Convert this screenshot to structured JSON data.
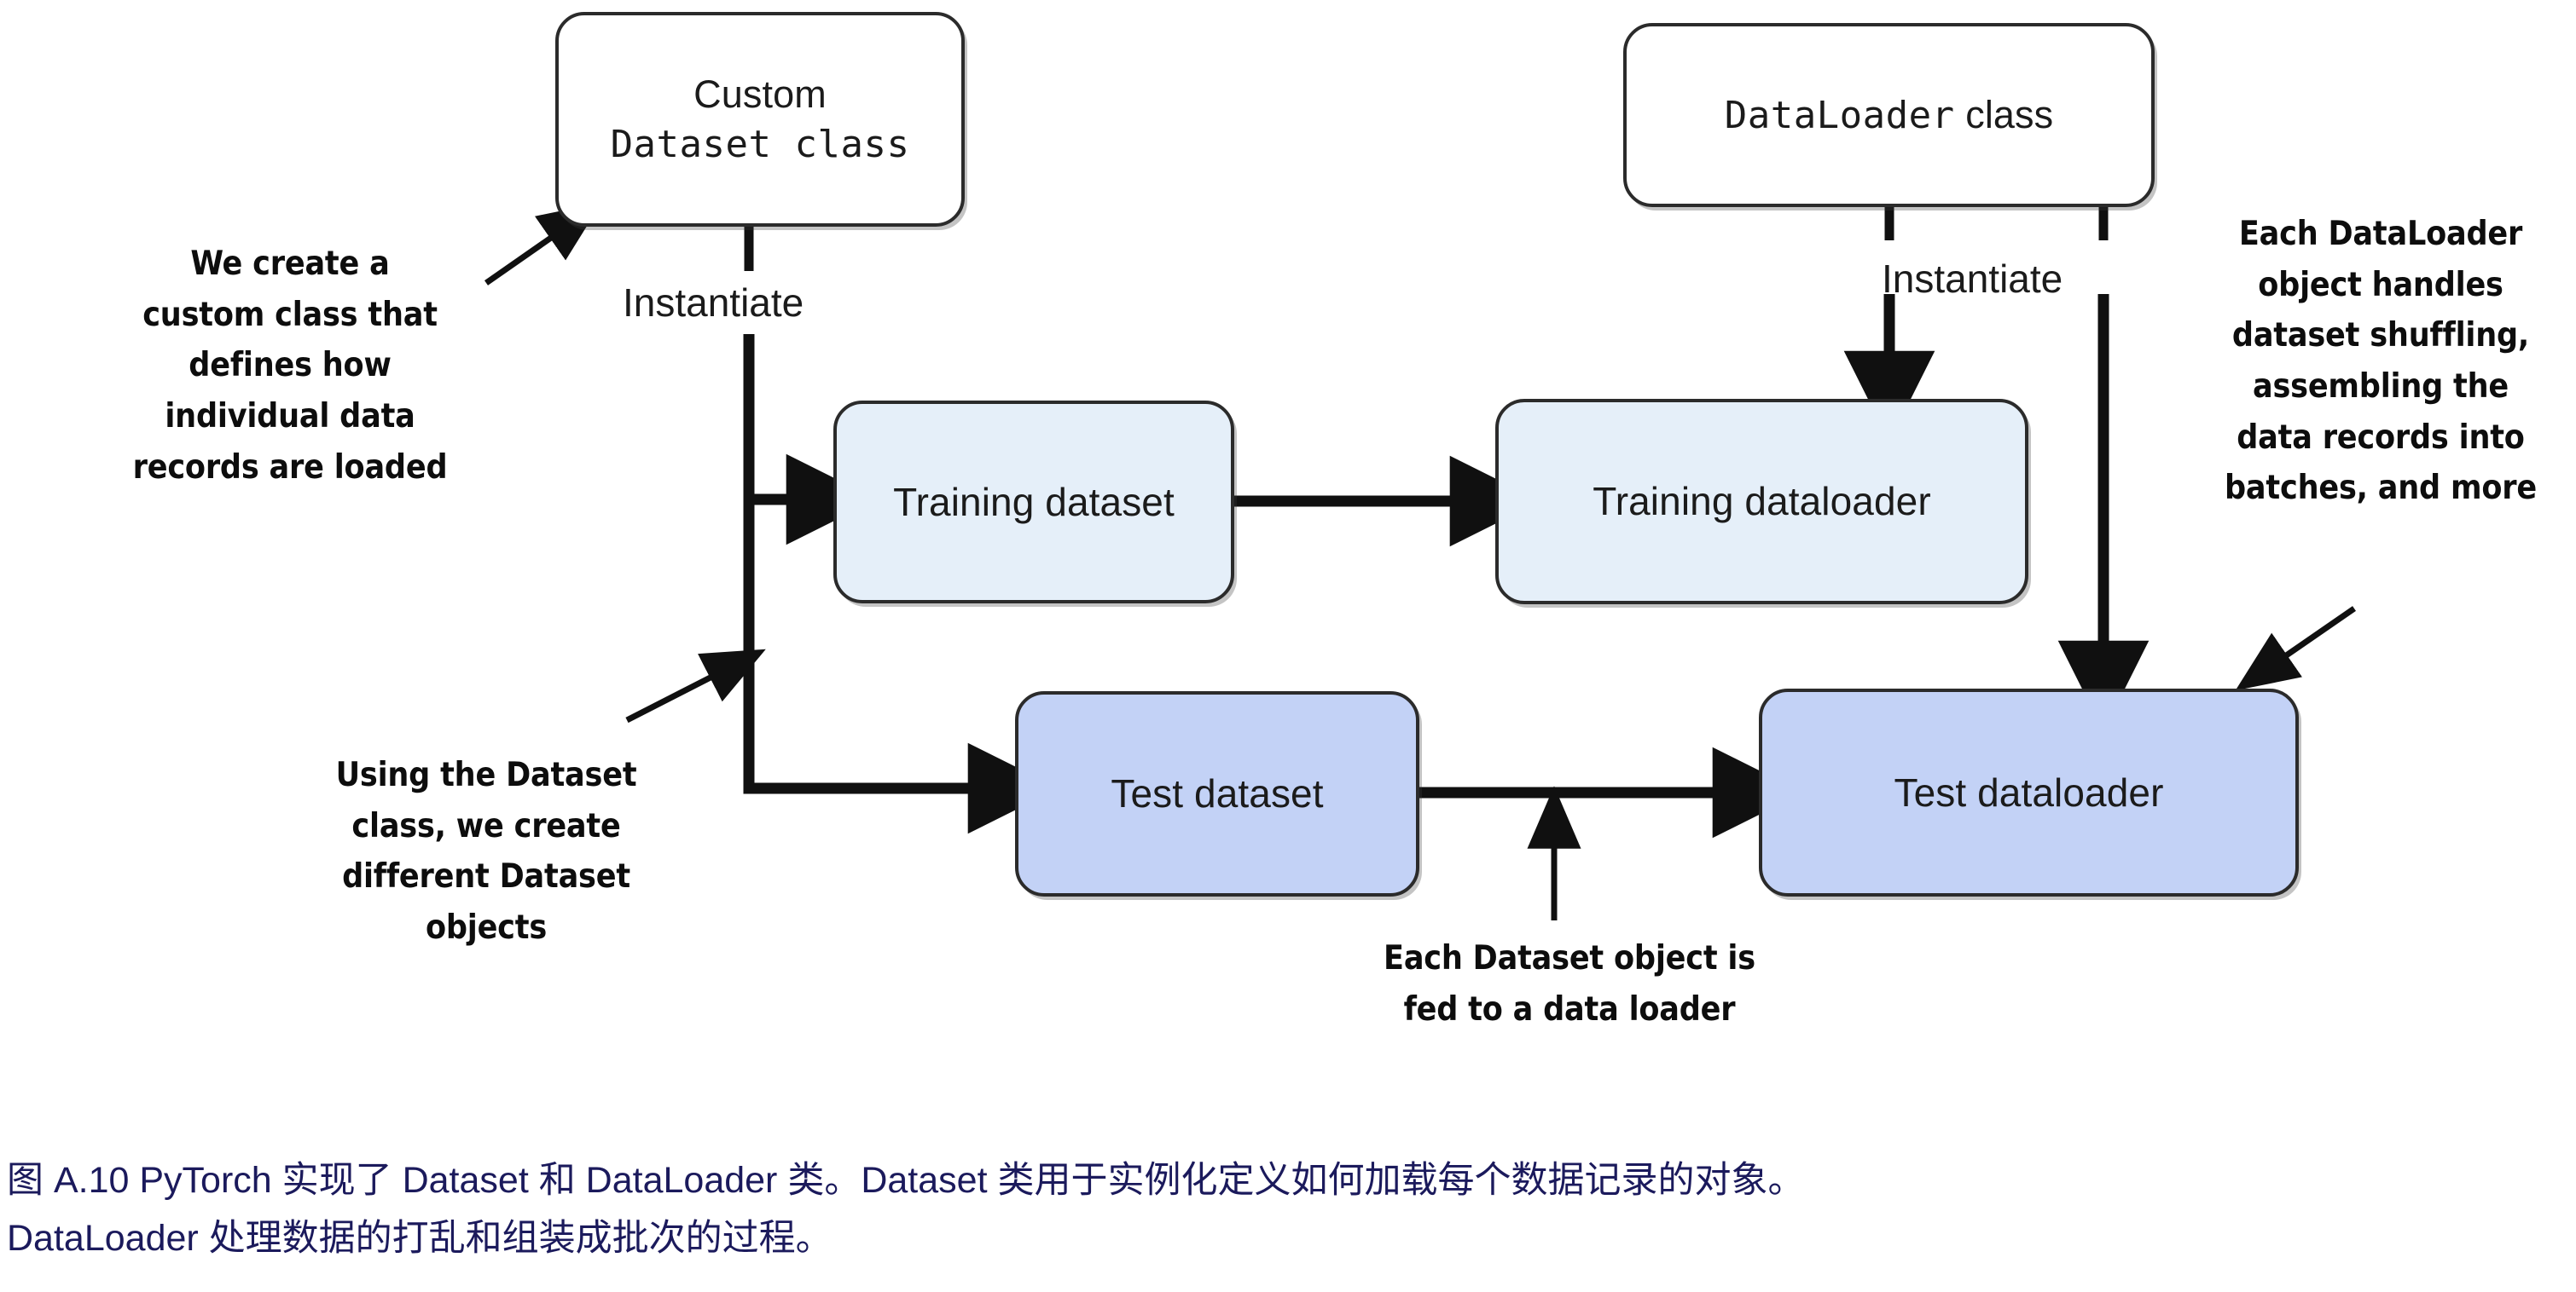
{
  "figure": {
    "nodes": {
      "custom_dataset_class": {
        "line1": "Custom",
        "line2": "Dataset class"
      },
      "dataloader_class": {
        "line1": "DataLoader",
        "line2": "class"
      },
      "training_dataset": {
        "label": "Training dataset"
      },
      "training_dataloader": {
        "label": "Training dataloader"
      },
      "test_dataset": {
        "label": "Test dataset"
      },
      "test_dataloader": {
        "label": "Test dataloader"
      }
    },
    "edge_labels": {
      "instantiate_left": "Instantiate",
      "instantiate_right": "Instantiate"
    },
    "annotations": {
      "create_custom_class": [
        "We create a",
        "custom class that",
        "defines how",
        "individual data",
        "records are loaded"
      ],
      "using_dataset_class": [
        "Using the Dataset",
        "class, we create",
        "different Dataset",
        "objects"
      ],
      "dataloader_handles": [
        "Each DataLoader",
        "object handles",
        "dataset shuffling,",
        "assembling the",
        "data records into",
        "batches, and more"
      ],
      "dataset_fed_to_loader": [
        "Each Dataset object is",
        "fed to a data loader"
      ]
    },
    "caption": {
      "line1": "图 A.10 PyTorch 实现了 Dataset 和 DataLoader 类。Dataset 类用于实例化定义如何加载每个数据记录的对象。",
      "line2": "DataLoader 处理数据的打乱和组装成批次的过程。"
    },
    "colors": {
      "node_border": "#2b2b2b",
      "training_fill": "#e5eff9",
      "test_fill": "#c3d2f6",
      "white_fill": "#ffffff",
      "connector": "#101010",
      "caption_text": "#1b1a5c",
      "annotation_text": "#0d0d0d"
    }
  }
}
